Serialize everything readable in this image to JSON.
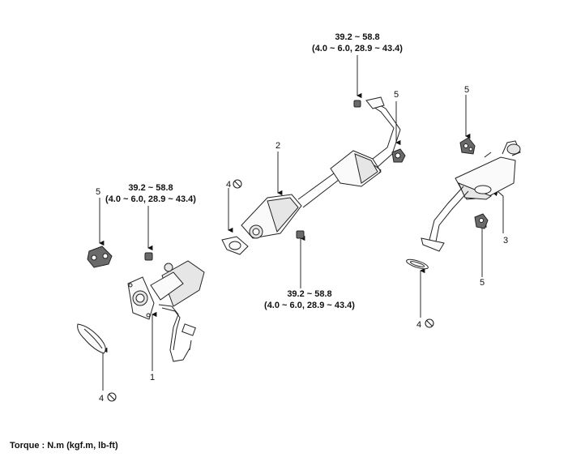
{
  "torque_specs": [
    {
      "nm": "39.2 ~ 58.8",
      "kgf": "(4.0 ~ 6.0, 28.9 ~ 43.4)"
    },
    {
      "nm": "39.2 ~ 58.8",
      "kgf": "(4.0 ~ 6.0, 28.9 ~ 43.4)"
    },
    {
      "nm": "39.2 ~ 58.8",
      "kgf": "(4.0 ~ 6.0, 28.9 ~ 43.4)"
    }
  ],
  "callouts": [
    "1",
    "2",
    "3",
    "4",
    "4",
    "4",
    "5",
    "5",
    "5",
    "5"
  ],
  "footer": "Torque : N.m (kgf.m, lb-ft)",
  "icons": {
    "replace_symbol": "prohibited-circle-icon"
  }
}
